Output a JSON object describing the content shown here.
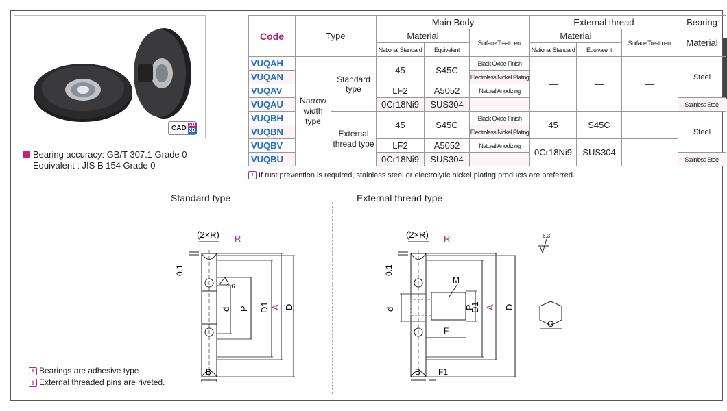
{
  "photo": {
    "cad_label": "CAD",
    "cad_2d": "2D",
    "cad_3d": "3D"
  },
  "bearing_note": {
    "line1": "Bearing accuracy: GB/T 307.1 Grade 0",
    "line2": "Equivalent : JIS B 154 Grade 0"
  },
  "table": {
    "code_header": "Code",
    "type_header": "Type",
    "main_body": "Main Body",
    "external_thread": "External thread",
    "bearing": "Bearing",
    "material": "Material",
    "national_standard": "National Standard",
    "equivalent": "Equivalent",
    "surface_treatment": "Surface Treatment",
    "narrow_width_type": "Narrow width type",
    "standard_type": "Standard type",
    "external_thread_type": "External thread type",
    "rows": [
      {
        "code": "VUQAH",
        "mat": "45",
        "eq": "S45C",
        "st": "Black Oxide Finish",
        "etmat": "—",
        "eteq": "—",
        "etst": "—",
        "bmat": "Steel"
      },
      {
        "code": "VUQAN",
        "st": "Electroless Nickel Plating"
      },
      {
        "code": "VUQAV",
        "mat": "LF2",
        "eq": "A5052",
        "st": "Natural Anodizing"
      },
      {
        "code": "VUQAU",
        "mat": "0Cr18Ni9",
        "eq": "SUS304",
        "st": "—",
        "bmat": "Stainless Steel"
      },
      {
        "code": "VUQBH",
        "mat": "45",
        "eq": "S45C",
        "st": "Black Oxide Finish",
        "etmat": "45",
        "eteq": "S45C",
        "bmat": "Steel"
      },
      {
        "code": "VUQBN",
        "st": "Electroless Nickel Plating"
      },
      {
        "code": "VUQBV",
        "mat": "LF2",
        "eq": "A5052",
        "st": "Natural Anodizing",
        "etmat": "0Cr18Ni9",
        "eteq": "SUS304"
      },
      {
        "code": "VUQBU",
        "mat": "0Cr18Ni9",
        "eq": "SUS304",
        "st": "—",
        "bmat": "Stainless Steel"
      }
    ]
  },
  "table_note": "If rust prevention is required, stainless steel or electrolytic nickel plating products are preferred.",
  "drawings": {
    "standard_title": "Standard type",
    "external_title": "External thread type",
    "dim_2xR": "(2×R)",
    "R": "R",
    "d01": "0.1",
    "d16": "1.6",
    "d": "d",
    "P": "P",
    "D1": "D1",
    "A": "A",
    "D": "D",
    "B": "B",
    "F": "F",
    "F1": "F1",
    "M": "M",
    "G": "G",
    "rough": "6.3"
  },
  "bottom_notes": {
    "n1": "Bearings are adhesive type",
    "n2": "External threaded pins are riveted."
  }
}
